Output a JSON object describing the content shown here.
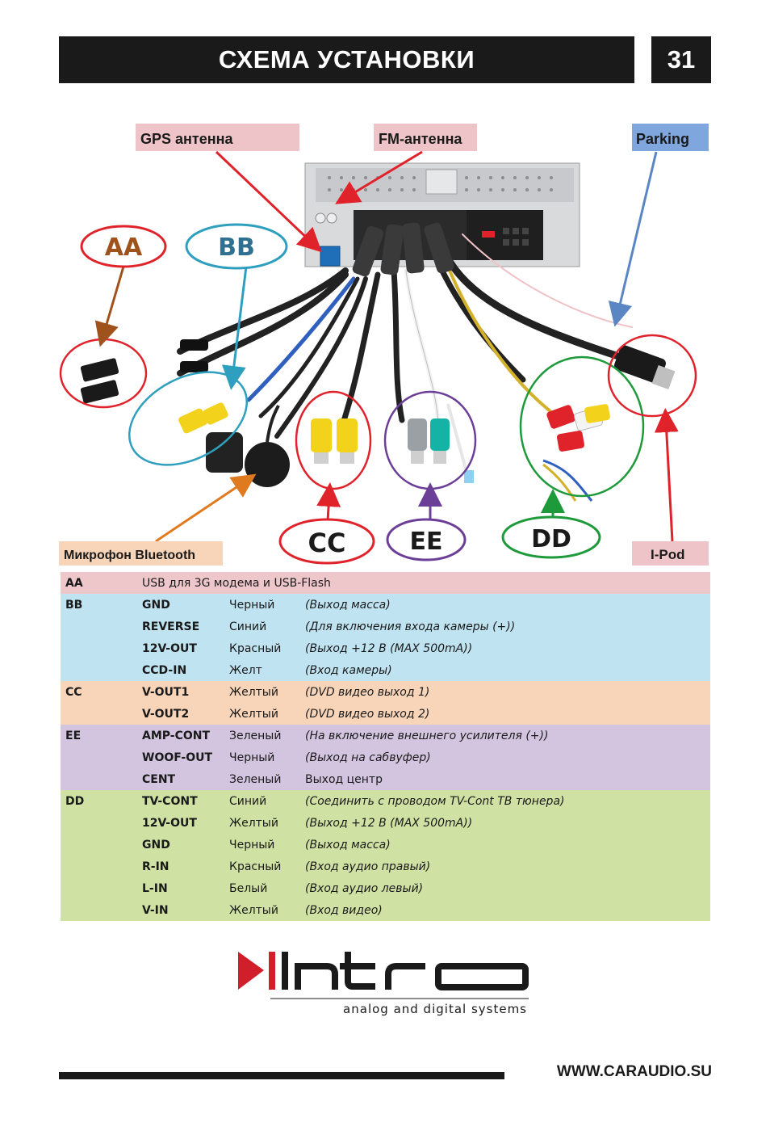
{
  "header": {
    "title": "СХЕМА УСТАНОВКИ",
    "page_number": "31"
  },
  "diagram": {
    "labels": {
      "gps": "GPS антенна",
      "fm": "FM-антенна",
      "parking": "Parking",
      "microphone": "Микрофон Bluetooth",
      "ipod": "I-Pod"
    },
    "groups": {
      "aa": "AA",
      "bb": "BB",
      "cc": "CC",
      "dd": "DD",
      "ee": "EE"
    },
    "colors": {
      "red": "#e0232b",
      "blue": "#2f9fbf",
      "brown": "#a0521d",
      "green": "#1f9a3a",
      "purple": "#6b3f98",
      "orange": "#e07a1f",
      "steel": "#5b86c4",
      "pink": "#f0c1c6",
      "light_blue": "#7fa6dd"
    }
  },
  "table": {
    "colors": {
      "aa": "#eec7cb",
      "bb": "#bfe3f1",
      "cc": "#f8d4b8",
      "ee": "#d3c4e0",
      "dd": "#cfe1a3"
    },
    "aa": {
      "group": "AA",
      "text": "USB для 3G модема и USB-Flash"
    },
    "bb": {
      "group": "BB",
      "rows": [
        {
          "signal": "GND",
          "color": "Черный",
          "desc": "(Выход  масса)"
        },
        {
          "signal": "REVERSE",
          "color": "Синий",
          "desc": "(Для включения входа камеры (+))"
        },
        {
          "signal": "12V-OUT",
          "color": "Красный",
          "desc": "(Выход +12 В (MAX 500mA))"
        },
        {
          "signal": "CCD-IN",
          "color": "Желт",
          "desc": "(Вход камеры)"
        }
      ]
    },
    "cc": {
      "group": "CC",
      "rows": [
        {
          "signal": "V-OUT1",
          "color": "Желтый",
          "desc": "(DVD видео выход 1)"
        },
        {
          "signal": "V-OUT2",
          "color": "Желтый",
          "desc": "(DVD видео выход 2)"
        }
      ]
    },
    "ee": {
      "group": "EE",
      "rows": [
        {
          "signal": "AMP-CONT",
          "color": "Зеленый",
          "desc": "(На включение внешнего усилителя (+))"
        },
        {
          "signal": "WOOF-OUT",
          "color": "Черный",
          "desc": "(Выход на сабвуфер)"
        },
        {
          "signal": "CENT",
          "color": "Зеленый",
          "desc": "Выход центр"
        }
      ]
    },
    "dd": {
      "group": "DD",
      "rows": [
        {
          "signal": "TV-CONT",
          "color": "Синий",
          "desc": "(Соединить с проводом TV-Cont ТВ тюнера)"
        },
        {
          "signal": "12V-OUT",
          "color": "Желтый",
          "desc": "(Выход +12 В (MAX 500mA))"
        },
        {
          "signal": "GND",
          "color": "Черный",
          "desc": "(Выход  масса)"
        },
        {
          "signal": "R-IN",
          "color": "Красный",
          "desc": "(Вход аудио правый)"
        },
        {
          "signal": "L-IN",
          "color": "Белый",
          "desc": "(Вход аудио левый)"
        },
        {
          "signal": "V-IN",
          "color": "Желтый",
          "desc": "(Вход видео)"
        }
      ]
    }
  },
  "logo": {
    "brand": "intro",
    "tagline": "analog and digital systems"
  },
  "footer": {
    "url": "WWW.CARAUDIO.SU"
  }
}
